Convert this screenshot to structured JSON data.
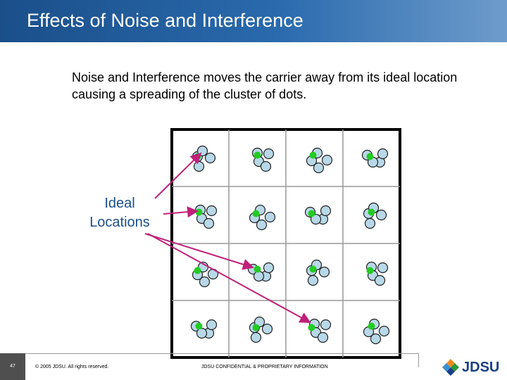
{
  "title": "Effects of Noise and Interference",
  "intro_text": "Noise and Interference moves the carrier away from its ideal location causing a spreading of the cluster of dots.",
  "label": {
    "line1": "Ideal",
    "line2": "Locations"
  },
  "footer": {
    "page_number": "47",
    "copyright": "© 2005 JDSU. All rights reserved.",
    "confidential": "JDSU CONFIDENTIAL & PROPRIETARY INFORMATION"
  },
  "logo": {
    "text": "JDSU"
  },
  "colors": {
    "title_bar": "#1f5a99",
    "ideal_dot": "#22cc22",
    "noisy_dot": "#b8d8e8",
    "arrow": "#c0207a",
    "grid": "#000000"
  }
}
